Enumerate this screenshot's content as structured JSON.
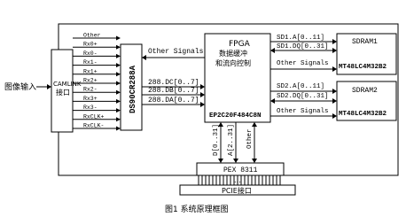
{
  "title": "图1  系统原理框图",
  "input_label": "图像输入",
  "camlink": {
    "line1": "CAMLINK",
    "line2": "接口"
  },
  "serdes": "DS90CR288A",
  "signals": [
    "Other",
    "Rx0+",
    "Rx0-",
    "Rx1-",
    "Rx1+",
    "Rx2+",
    "Rx2-",
    "Rx3+",
    "Rx3-",
    "RxCLK+",
    "RxCLK-"
  ],
  "mid_bus": {
    "other": "Other Signals",
    "dc": "288.DC[0..7]",
    "db": "288.DB[0..7]",
    "da": "288.DA[0..7]"
  },
  "fpga": {
    "title": "FPGA",
    "line2": "数据缓冲",
    "line3": "和流向控制",
    "part": "EP2C20F484C8N"
  },
  "sdram1": {
    "title": "SDRAM1",
    "part": "MT48LC4M32B2",
    "addr": "SD1.A[0..11]",
    "dq": "SD1.DQ[0..31]",
    "other": "Other Signals"
  },
  "sdram2": {
    "title": "SDRAM2",
    "part": "MT48LC4M32B2",
    "addr": "SD2.A[0..11]",
    "dq": "SD2.DQ[0..31]",
    "other": "Other Signals"
  },
  "vertical_bus": {
    "d": "D[0..31]",
    "a": "A[2..31]",
    "other": "Other"
  },
  "pex": {
    "label": "PEX 8311",
    "dots": "..."
  },
  "pcie": "PCIE接口"
}
